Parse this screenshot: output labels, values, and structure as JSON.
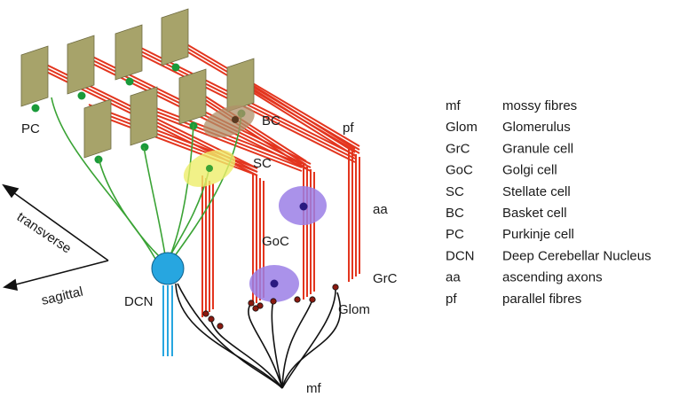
{
  "labels": {
    "pc": "PC",
    "bc": "BC",
    "pf": "pf",
    "sc": "SC",
    "aa": "aa",
    "goc": "GoC",
    "grc": "GrC",
    "glom": "Glom",
    "dcn": "DCN",
    "mf": "mf",
    "transverse": "transverse",
    "sagittal": "sagittal"
  },
  "legend": [
    {
      "abbr": "mf",
      "full": "mossy fibres"
    },
    {
      "abbr": "Glom",
      "full": "Glomerulus"
    },
    {
      "abbr": "GrC",
      "full": "Granule cell"
    },
    {
      "abbr": "GoC",
      "full": "Golgi cell"
    },
    {
      "abbr": "SC",
      "full": "Stellate cell"
    },
    {
      "abbr": "BC",
      "full": "Basket cell"
    },
    {
      "abbr": "PC",
      "full": "Purkinje cell"
    },
    {
      "abbr": "DCN",
      "full": "Deep Cerebellar Nucleus"
    },
    {
      "abbr": "aa",
      "full": "ascending axons"
    },
    {
      "abbr": "pf",
      "full": "parallel fibres"
    }
  ],
  "colors": {
    "purkinje": "#a7a36a",
    "fibre": "#e3351e",
    "dendrite": "#3aa335",
    "soma": "#1a9a3a",
    "dcn": "#27a6e0",
    "golgi": "#9b7fe6",
    "stellate": "#eded7a",
    "basket": "#b09070",
    "mossy": "#111111"
  }
}
